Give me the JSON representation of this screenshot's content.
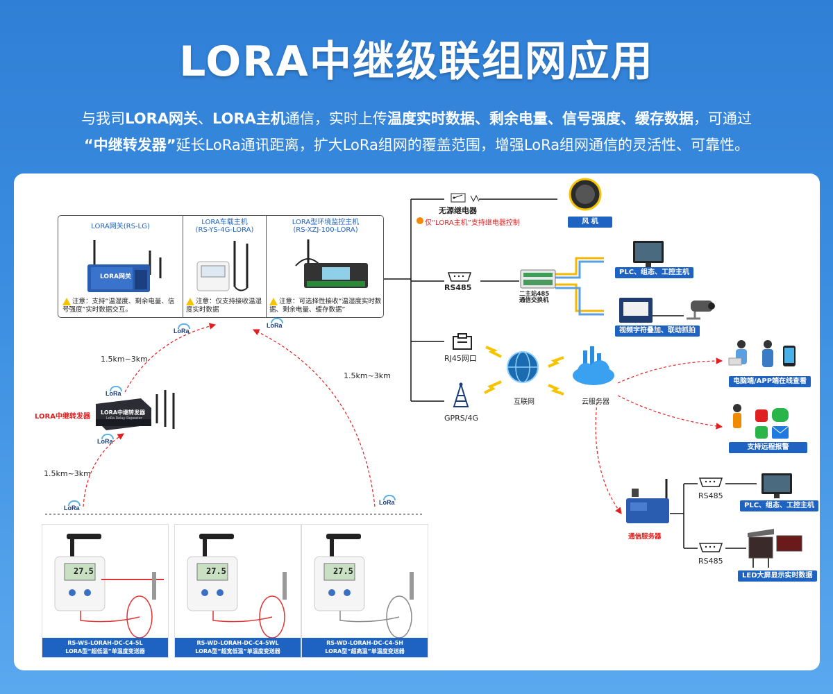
{
  "title": "LORA中继级联组网应用",
  "intro": {
    "p1": "与我司",
    "b1": "LORA网关",
    "p2": "、",
    "b2": "LORA主机",
    "p3": "通信，实时上传",
    "b3": "温度实时数据、剩余电量、信号强度、缓存数据",
    "p4": "，可通过",
    "b4": "“中继转发器”",
    "p5": "延长LoRa通讯距离，扩大LoRa组网的覆盖范围，增强LoRa组网通信的灵活性、可靠性。"
  },
  "hosts": [
    {
      "title": "LORA网关(RS-LG)",
      "device": "LORA网关",
      "note": "注意：支持“温湿度、剩余电量、信号强度”实时数据交互。"
    },
    {
      "title": "LORA车载主机\n(RS-YS-4G-LORA)",
      "note": "注意：仅支持接收温湿度实时数据"
    },
    {
      "title": "LORA型环境监控主机\n(RS-XZJ-100-LORA)",
      "note": "注意：可选择性接收“温湿度实时数据、剩余电量、缓存数据”"
    }
  ],
  "relay": {
    "label": "LORA中继转发器",
    "device_text": "LORA中继转发器",
    "device_sub": "LoRa Relay Repeater"
  },
  "distances": [
    "1.5km~3km",
    "1.5km~3km",
    "1.5km~3km"
  ],
  "lora_text": "LoRa",
  "products": [
    {
      "model": "RS-WS-LORAH-DC-C4-5L",
      "desc": "LORA型“超低温”单温度变送器",
      "reading": "27.5"
    },
    {
      "model": "RS-WD-LORAH-DC-C4-5WL",
      "desc": "LORA型“超宽低温”单温度变送器",
      "reading": "27.5"
    },
    {
      "model": "RS-WD-LORAH-DC-C4-5H",
      "desc": "LORA型“超高温”单温度变送器",
      "reading": "27.5"
    }
  ],
  "interfaces": {
    "relay_out": "无源继电器",
    "relay_note": "仅“LORA主机”支持继电器控制",
    "rs485": "RS485",
    "rj45": "RJ45网口",
    "gprs": "GPRS/4G"
  },
  "right": {
    "fan": "风 机",
    "switch": "二主站485\n通信交换机",
    "plc": "PLC、组态、工控主机",
    "video": "视频字符叠加、联动抓拍",
    "internet": "互联网",
    "cloud": "云服务器",
    "app": "电脑端/APP端在线查看",
    "alarm": "支持远程报警",
    "server": "通信服务器",
    "server_rs485_a": "RS485",
    "server_rs485_b": "RS485",
    "plc2": "PLC、组态、工控主机",
    "led": "LED大屏显示实时数据"
  },
  "colors": {
    "accent": "#1f63c2",
    "red": "#e02020",
    "orange": "#f08a00"
  }
}
